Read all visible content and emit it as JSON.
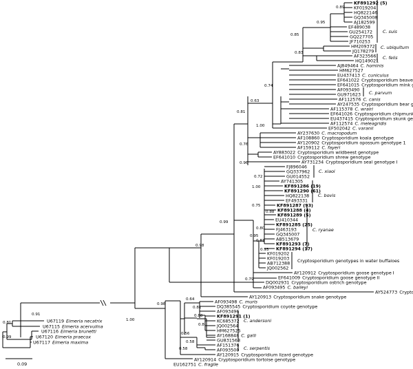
{
  "tree": {
    "scale_label": "0.09",
    "leaves": [
      {
        "id": "kf891292",
        "text": "KF891292 (5)",
        "bold": true
      },
      {
        "id": "kf019204",
        "text": "KF019204"
      },
      {
        "id": "hq822146",
        "text": "HQ822146"
      },
      {
        "id": "gq345008",
        "text": "GQ345008"
      },
      {
        "id": "aj182599",
        "text": "AJ182599"
      },
      {
        "id": "ef489038",
        "text": "EF489038"
      },
      {
        "id": "gu254172",
        "text": "GU254172"
      },
      {
        "id": "gq227705",
        "text": "GQ227705"
      },
      {
        "id": "jf710253",
        "text": "JF710253"
      },
      {
        "id": "hm209372",
        "text": "HM209372"
      },
      {
        "id": "jq178279",
        "text": "JQ178279"
      },
      {
        "id": "af323566",
        "text": "AF323566"
      },
      {
        "id": "hq149021",
        "text": "HQ149021"
      },
      {
        "id": "aj849464",
        "text": "AJ849464",
        "suffix": "C. hominis",
        "suffix_italic": true
      },
      {
        "id": "hm627527",
        "text": "HM627527"
      },
      {
        "id": "eu437413",
        "text": "EU437413",
        "suffix": "C. cuniculus",
        "suffix_italic": true
      },
      {
        "id": "ef641022",
        "text": "EF641022",
        "suffix": "Cryptosporidium beaver genotype",
        "suffix_italic": false
      },
      {
        "id": "ef641015",
        "text": "EF641015",
        "suffix": "Cryptosporidium mink genotype",
        "suffix_italic": false
      },
      {
        "id": "af093490",
        "text": "AF093490"
      },
      {
        "id": "gu971623",
        "text": "GU971623"
      },
      {
        "id": "af112576",
        "text": "AF112576",
        "suffix": "C. canis",
        "suffix_italic": true
      },
      {
        "id": "ay247535",
        "text": "AY247535",
        "suffix": "Cryptosporidium bear genotype",
        "suffix_italic": false
      },
      {
        "id": "af115378",
        "text": "AF115378",
        "suffix": "C. wrairi",
        "suffix_italic": true
      },
      {
        "id": "ef641026",
        "text": "EF641026",
        "suffix": "Cryptosporidium chipmunk genotype",
        "suffix_italic": false
      },
      {
        "id": "eu437415",
        "text": "EU437415",
        "suffix": "Cryptosporidium skunk genotype",
        "suffix_italic": false
      },
      {
        "id": "af112574",
        "text": "AF112574",
        "suffix": "C. meleagridis",
        "suffix_italic": true
      },
      {
        "id": "ef502042",
        "text": "EF502042",
        "suffix": "C. varanii",
        "suffix_italic": true
      },
      {
        "id": "ay237630",
        "text": "AY237630",
        "suffix": "C. macropodum",
        "suffix_italic": true
      },
      {
        "id": "af108860",
        "text": "AF108860",
        "suffix": "Cryptosporidium koala genotype",
        "suffix_italic": false
      },
      {
        "id": "ay120902",
        "text": "AY120902",
        "suffix": "Cryptosporidium opossum genotype 1",
        "suffix_italic": false
      },
      {
        "id": "af159112",
        "text": "AF159112",
        "suffix": "C. fayeri",
        "suffix_italic": true
      },
      {
        "id": "ay883022",
        "text": "AY883022",
        "suffix": "Cryptosporidium wildbeest genotype",
        "suffix_italic": false
      },
      {
        "id": "ef641010",
        "text": "EF641010",
        "suffix": "Cryptosporidium shrew genotype",
        "suffix_italic": false
      },
      {
        "id": "ay731234",
        "text": "AY731234",
        "suffix": "Cryptosporidium seal genotype I",
        "suffix_italic": false
      },
      {
        "id": "fj896046",
        "text": "FJ896046"
      },
      {
        "id": "gq337962",
        "text": "GQ337962"
      },
      {
        "id": "gu014552",
        "text": "GU014552"
      },
      {
        "id": "ay741305",
        "text": "AY741305"
      },
      {
        "id": "kf891286",
        "text": "KF891286 (19)",
        "bold": true
      },
      {
        "id": "kf891290",
        "text": "KF891290 (61)",
        "bold": true
      },
      {
        "id": "hq822138",
        "text": "HQ822138"
      },
      {
        "id": "ef493331",
        "text": "EF493331"
      },
      {
        "id": "kf891287",
        "text": "KF891287 (93)",
        "bold": true
      },
      {
        "id": "kf891288",
        "text": "KF891288 (4)",
        "bold": true
      },
      {
        "id": "kf891289",
        "text": "KF891289 (5)",
        "bold": true
      },
      {
        "id": "eu410344",
        "text": "EU410344"
      },
      {
        "id": "kf891285",
        "text": "KF891285 (25)",
        "bold": true
      },
      {
        "id": "fj463193",
        "text": "FJ463193"
      },
      {
        "id": "gq345007",
        "text": "GQ345007"
      },
      {
        "id": "ab513679",
        "text": "AB513679"
      },
      {
        "id": "kf891293",
        "text": "KF891293 (7)",
        "bold": true
      },
      {
        "id": "kf891294",
        "text": "KF891294 (17)",
        "bold": true
      },
      {
        "id": "kf019202",
        "text": "KF019202"
      },
      {
        "id": "kf019203",
        "text": "KF019203"
      },
      {
        "id": "ab712388",
        "text": "AB712388"
      },
      {
        "id": "jq002562",
        "text": "JQ002562"
      },
      {
        "id": "ay120912",
        "text": "AY120912",
        "suffix": "Cryptosporidium goose genotype I",
        "suffix_italic": false
      },
      {
        "id": "ef641009",
        "text": "EF641009",
        "suffix": "Cryptosporidium goose genotype II",
        "suffix_italic": false
      },
      {
        "id": "dq002931",
        "text": "DQ002931",
        "suffix": "Cryptosporidium ostrich genotype",
        "suffix_italic": false
      },
      {
        "id": "af093495",
        "text": "AF093495",
        "suffix": "C. baileyi",
        "suffix_italic": true
      },
      {
        "id": "ay524773",
        "text": "AY524773",
        "suffix": "Cryptosporidium cf. molnari",
        "suffix_italic": false
      },
      {
        "id": "ay120913",
        "text": "AY120913",
        "suffix": "Cryptosporidium snake genotype",
        "suffix_italic": false
      },
      {
        "id": "af093498",
        "text": "AF093498",
        "suffix": "C. muris",
        "suffix_italic": true
      },
      {
        "id": "dq385545",
        "text": "DQ385545",
        "suffix": "Cryptosporidium coyote genotype",
        "suffix_italic": false
      },
      {
        "id": "af093496",
        "text": "AF093496"
      },
      {
        "id": "kf891291",
        "text": "KF891291 (1)",
        "bold": true
      },
      {
        "id": "kc685372",
        "text": "KC685372"
      },
      {
        "id": "jq002564",
        "text": "JQ002564"
      },
      {
        "id": "hm627525",
        "text": "HM627525"
      },
      {
        "id": "ay168848",
        "text": "AY168848",
        "suffix": "C. galli",
        "suffix_italic": true
      },
      {
        "id": "gu831568",
        "text": "GU831568"
      },
      {
        "id": "af151376",
        "text": "AF151376"
      },
      {
        "id": "af093500",
        "text": "AF093500"
      },
      {
        "id": "ay120915",
        "text": "AY120915",
        "suffix": "Cryptosporidium lizard genotype",
        "suffix_italic": false
      },
      {
        "id": "ay120914",
        "text": "AY120914",
        "suffix": "Cryptosporidium tortoise genotype",
        "suffix_italic": false
      },
      {
        "id": "eu162751",
        "text": "EU162751",
        "suffix": "C. fragile",
        "suffix_italic": true
      },
      {
        "id": "u67119",
        "text": "U67119",
        "suffix": "Eimeria necatrix",
        "suffix_italic": true
      },
      {
        "id": "u67115",
        "text": "U67115",
        "suffix": "Eimeria acervulina",
        "suffix_italic": true
      },
      {
        "id": "u67116",
        "text": "U67116",
        "suffix": "Eimeria brunetti",
        "suffix_italic": true
      },
      {
        "id": "u67120",
        "text": "U67120",
        "suffix": "Eimeria praecox",
        "suffix_italic": true
      },
      {
        "id": "u67117",
        "text": "U67117",
        "suffix": "Eimeria maxima",
        "suffix_italic": true
      }
    ],
    "clade_labels": [
      {
        "id": "suis",
        "text": "C. suis"
      },
      {
        "id": "ubiquitum",
        "text": "C. ubiquitum"
      },
      {
        "id": "felis",
        "text": "C. felis"
      },
      {
        "id": "parvum",
        "text": "C. parvum"
      },
      {
        "id": "xiaoi",
        "text": "C. xiaoi"
      },
      {
        "id": "bovis",
        "text": "C. bovis"
      },
      {
        "id": "ryanae",
        "text": "C. ryanae"
      },
      {
        "id": "buffalo",
        "text": "Cryptosporidium genotypes in water buffaloes"
      },
      {
        "id": "andersoni",
        "text": "C. andersoni"
      },
      {
        "id": "serpentis",
        "text": "C. serpentis"
      }
    ],
    "supports": [
      {
        "id": "s089",
        "text": "0.89"
      },
      {
        "id": "s095a",
        "text": "0.95"
      },
      {
        "id": "s085",
        "text": "0.85"
      },
      {
        "id": "s083a",
        "text": "0.83"
      },
      {
        "id": "s074",
        "text": "0.74"
      },
      {
        "id": "s063",
        "text": "0.63"
      },
      {
        "id": "s081a",
        "text": "0.81"
      },
      {
        "id": "s100a",
        "text": "1.00"
      },
      {
        "id": "s076",
        "text": "0.76"
      },
      {
        "id": "s096",
        "text": "0.96"
      },
      {
        "id": "s072",
        "text": "0.72"
      },
      {
        "id": "s100b",
        "text": "1.00"
      },
      {
        "id": "s075",
        "text": "0.75"
      },
      {
        "id": "s088a",
        "text": "0.88"
      },
      {
        "id": "s080",
        "text": "0.80"
      },
      {
        "id": "s083b",
        "text": "0.83"
      },
      {
        "id": "s093",
        "text": "0.93"
      },
      {
        "id": "s099",
        "text": "0.99"
      },
      {
        "id": "s095b",
        "text": "0.95"
      },
      {
        "id": "s079",
        "text": "0.79"
      },
      {
        "id": "s098a",
        "text": "0.98"
      },
      {
        "id": "s064",
        "text": "0.64"
      },
      {
        "id": "s081b",
        "text": "0.81"
      },
      {
        "id": "s088b",
        "text": "0.88"
      },
      {
        "id": "s08",
        "text": "0.8"
      },
      {
        "id": "s056",
        "text": "0.56"
      },
      {
        "id": "s058a",
        "text": "0.58"
      },
      {
        "id": "s058b",
        "text": "0.58"
      },
      {
        "id": "s098b",
        "text": "0.98"
      },
      {
        "id": "s100c",
        "text": "1.00"
      },
      {
        "id": "s091",
        "text": "0.91"
      },
      {
        "id": "s081c",
        "text": "0.81"
      },
      {
        "id": "s099b",
        "text": "0.99"
      }
    ]
  }
}
